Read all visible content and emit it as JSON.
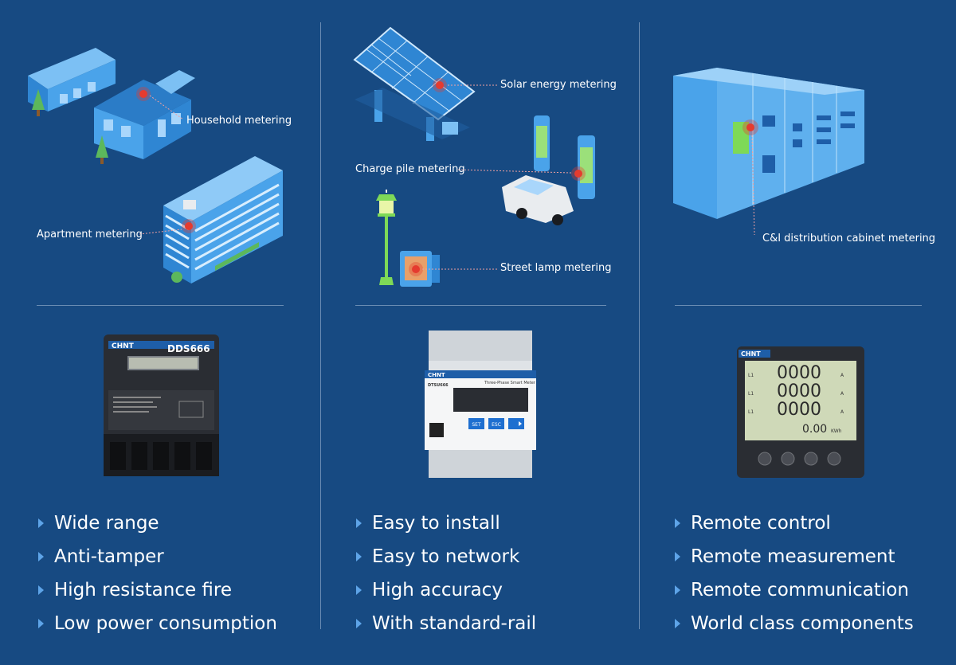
{
  "colors": {
    "background": "#174a82",
    "divider": "#8fa8c8",
    "bullet": "#5ea4e8",
    "accent_red": "#e53b2f",
    "building_blue": "#3e9be6",
    "meter_dark": "#2a2d33",
    "meter_white": "#e9ecef",
    "lcd_green": "#cfd9b8"
  },
  "columns": [
    {
      "labels": {
        "household": "Household metering",
        "apartment": "Apartment metering"
      },
      "meter": {
        "brand": "CHNT",
        "model": "DDS666",
        "icon": "single-phase-meter-icon"
      },
      "features": [
        "Wide range",
        "Anti-tamper",
        "High resistance fire",
        "Low power consumption"
      ]
    },
    {
      "labels": {
        "solar": "Solar energy metering",
        "charge": "Charge pile metering",
        "lamp": "Street lamp metering"
      },
      "meter": {
        "brand": "CHNT",
        "model": "DTSU666",
        "subtitle": "Three-Phase Smart Meter",
        "btn_set": "SET",
        "btn_esc": "ESC",
        "icon": "din-rail-meter-icon"
      },
      "features": [
        "Easy to install",
        "Easy to network",
        "High accuracy",
        "With standard-rail"
      ]
    },
    {
      "labels": {
        "cabinet": "C&I distribution cabinet metering"
      },
      "meter": {
        "brand": "CHNT",
        "row1": "0000",
        "row2": "0000",
        "row3": "0000",
        "row_l": "L1",
        "energy": "0.00",
        "unit": "KWh",
        "amp": "A",
        "icon": "panel-meter-icon"
      },
      "features": [
        "Remote control",
        "Remote measurement",
        "Remote communication",
        "World class components"
      ]
    }
  ]
}
